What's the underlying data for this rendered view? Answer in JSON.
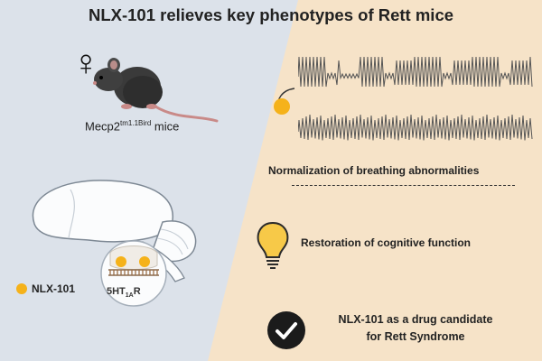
{
  "title": "NLX-101 relieves key phenotypes of Rett mice",
  "mice": {
    "label_base": "Mecp2",
    "label_sup": "tm1.1Bird",
    "label_suffix": " mice",
    "sex_symbol": "♀"
  },
  "legend": {
    "compound_label": "NLX-101"
  },
  "receptor": {
    "label_base": "5HT",
    "label_sub": "1A",
    "label_suffix": "R"
  },
  "outcomes": {
    "breathing": "Normalization of breathing abnormalities",
    "cognition": "Restoration of cognitive function",
    "drug_line1": "NLX-101 as a drug candidate",
    "drug_line2": "for Rett Syndrome"
  },
  "colors": {
    "background_left": "#dce2ea",
    "background_right": "#f6e3c8",
    "drug_dot": "#f5b21a",
    "bulb": "#f7c948",
    "checkmark_circle": "#1b1b1b"
  },
  "icons": [
    "female-symbol-icon",
    "mouse-icon",
    "brain-icon",
    "lightbulb-icon",
    "checkmark-icon",
    "curved-arrow-icon"
  ]
}
